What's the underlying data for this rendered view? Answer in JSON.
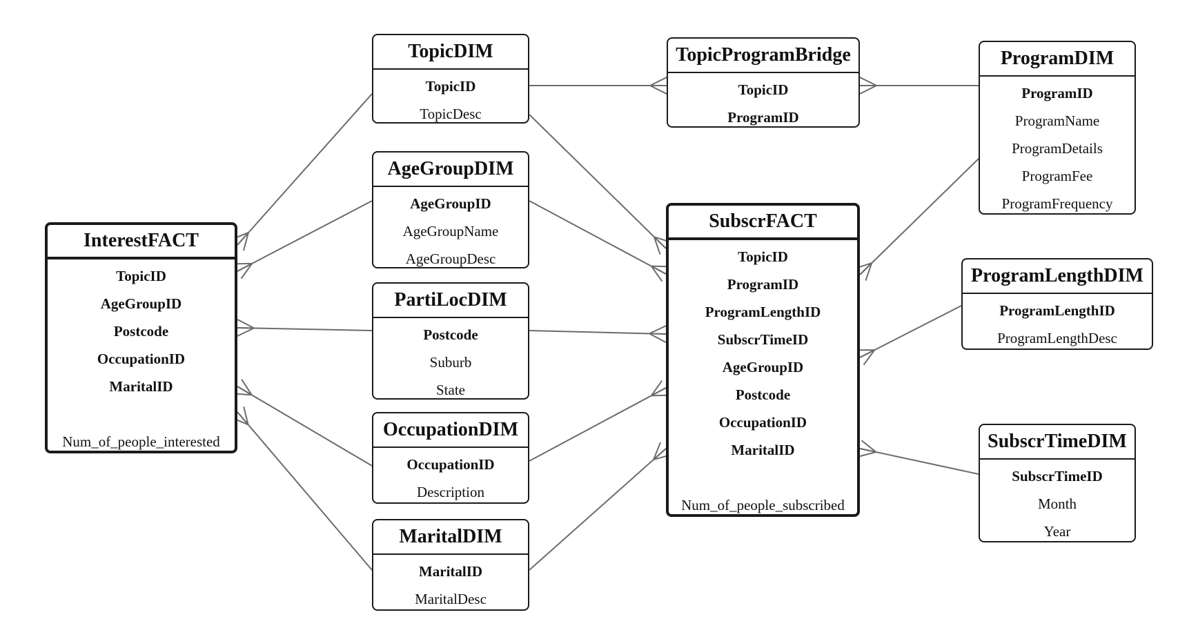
{
  "entities": {
    "topic_dim": {
      "title": "TopicDIM",
      "keys": [
        "TopicID"
      ],
      "attributes": [
        "TopicDesc"
      ]
    },
    "agegroup_dim": {
      "title": "AgeGroupDIM",
      "keys": [
        "AgeGroupID"
      ],
      "attributes": [
        "AgeGroupName",
        "AgeGroupDesc"
      ]
    },
    "partiloc_dim": {
      "title": "PartiLocDIM",
      "keys": [
        "Postcode"
      ],
      "attributes": [
        "Suburb",
        "State"
      ]
    },
    "occupation_dim": {
      "title": "OccupationDIM",
      "keys": [
        "OccupationID"
      ],
      "attributes": [
        "Description"
      ]
    },
    "marital_dim": {
      "title": "MaritalDIM",
      "keys": [
        "MaritalID"
      ],
      "attributes": [
        "MaritalDesc"
      ]
    },
    "interest_fact": {
      "title": "InterestFACT",
      "keys": [
        "TopicID",
        "AgeGroupID",
        "Postcode",
        "OccupationID",
        "MaritalID"
      ],
      "measure": "Num_of_people_interested"
    },
    "topicprogram_bridge": {
      "title": "TopicProgramBridge",
      "keys": [
        "TopicID",
        "ProgramID"
      ],
      "attributes": []
    },
    "subscr_fact": {
      "title": "SubscrFACT",
      "keys": [
        "TopicID",
        "ProgramID",
        "ProgramLengthID",
        "SubscrTimeID",
        "AgeGroupID",
        "Postcode",
        "OccupationID",
        "MaritalID"
      ],
      "measure": "Num_of_people_subscribed"
    },
    "program_dim": {
      "title": "ProgramDIM",
      "keys": [
        "ProgramID"
      ],
      "attributes": [
        "ProgramName",
        "ProgramDetails",
        "ProgramFee",
        "ProgramFrequency"
      ]
    },
    "programlength_dim": {
      "title": "ProgramLengthDIM",
      "keys": [
        "ProgramLengthID"
      ],
      "attributes": [
        "ProgramLengthDesc"
      ]
    },
    "subscrtime_dim": {
      "title": "SubscrTimeDIM",
      "keys": [
        "SubscrTimeID"
      ],
      "attributes": [
        "Month",
        "Year"
      ]
    }
  },
  "relationships": [
    {
      "from": "topic_dim",
      "to": "interest_fact",
      "cardinality": "one-to-many"
    },
    {
      "from": "agegroup_dim",
      "to": "interest_fact",
      "cardinality": "one-to-many"
    },
    {
      "from": "partiloc_dim",
      "to": "interest_fact",
      "cardinality": "one-to-many"
    },
    {
      "from": "occupation_dim",
      "to": "interest_fact",
      "cardinality": "one-to-many"
    },
    {
      "from": "marital_dim",
      "to": "interest_fact",
      "cardinality": "one-to-many"
    },
    {
      "from": "topic_dim",
      "to": "topicprogram_bridge",
      "cardinality": "one-to-many"
    },
    {
      "from": "program_dim",
      "to": "topicprogram_bridge",
      "cardinality": "one-to-many"
    },
    {
      "from": "topic_dim",
      "to": "subscr_fact",
      "cardinality": "one-to-many"
    },
    {
      "from": "agegroup_dim",
      "to": "subscr_fact",
      "cardinality": "one-to-many"
    },
    {
      "from": "partiloc_dim",
      "to": "subscr_fact",
      "cardinality": "one-to-many"
    },
    {
      "from": "occupation_dim",
      "to": "subscr_fact",
      "cardinality": "one-to-many"
    },
    {
      "from": "marital_dim",
      "to": "subscr_fact",
      "cardinality": "one-to-many"
    },
    {
      "from": "program_dim",
      "to": "subscr_fact",
      "cardinality": "one-to-many"
    },
    {
      "from": "programlength_dim",
      "to": "subscr_fact",
      "cardinality": "one-to-many"
    },
    {
      "from": "subscrtime_dim",
      "to": "subscr_fact",
      "cardinality": "one-to-many"
    }
  ],
  "colors": {
    "line": "#6b6b6b",
    "border": "#1a1a1a",
    "background": "#ffffff"
  }
}
